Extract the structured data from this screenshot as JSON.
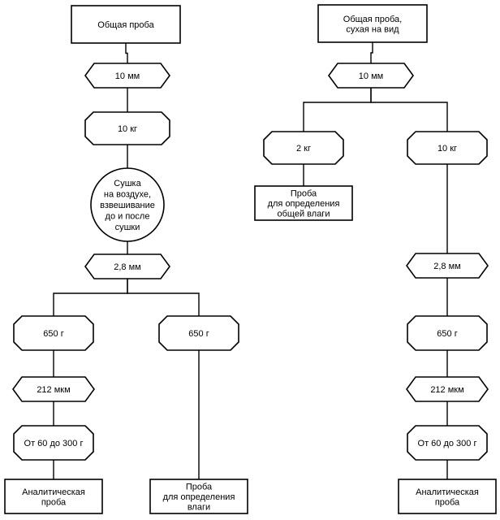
{
  "colors": {
    "stroke": "#000000",
    "fill": "#ffffff",
    "text": "#000000"
  },
  "nodes": {
    "l_general_sample": {
      "shape": "rect",
      "lines": [
        "Общая проба"
      ]
    },
    "l_crush_10mm": {
      "shape": "hexagon",
      "lines": [
        "10 мм"
      ]
    },
    "l_reduce_10kg": {
      "shape": "octagon",
      "lines": [
        "10 кг"
      ]
    },
    "l_air_dry": {
      "shape": "circle",
      "lines": [
        "Сушка",
        "на воздухе,",
        "взвешивание",
        "до и после",
        "сушки"
      ]
    },
    "l_crush_2_8mm": {
      "shape": "hexagon",
      "lines": [
        "2,8 мм"
      ]
    },
    "l_reduce_650g_a": {
      "shape": "octagon",
      "lines": [
        "650 г"
      ]
    },
    "l_reduce_650g_b": {
      "shape": "octagon",
      "lines": [
        "650 г"
      ]
    },
    "l_crush_212um": {
      "shape": "hexagon",
      "lines": [
        "212 мкм"
      ]
    },
    "l_reduce_60_300g": {
      "shape": "octagon",
      "lines": [
        "От 60 до 300 г"
      ]
    },
    "l_analytical_sample": {
      "shape": "rect",
      "lines": [
        "Аналитическая",
        "проба"
      ]
    },
    "l_moisture_sample": {
      "shape": "rect",
      "lines": [
        "Проба",
        "для определения",
        "влаги"
      ]
    },
    "r_general_sample_dry": {
      "shape": "rect",
      "lines": [
        "Общая проба,",
        "сухая на вид"
      ]
    },
    "r_crush_10mm": {
      "shape": "hexagon",
      "lines": [
        "10 мм"
      ]
    },
    "r_reduce_2kg": {
      "shape": "octagon",
      "lines": [
        "2 кг"
      ]
    },
    "r_reduce_10kg": {
      "shape": "octagon",
      "lines": [
        "10 кг"
      ]
    },
    "r_total_moisture_sample": {
      "shape": "rect",
      "lines": [
        "Проба",
        "для определения",
        "общей влаги"
      ]
    },
    "r_crush_2_8mm": {
      "shape": "hexagon",
      "lines": [
        "2,8 мм"
      ]
    },
    "r_reduce_650g": {
      "shape": "octagon",
      "lines": [
        "650 г"
      ]
    },
    "r_crush_212um": {
      "shape": "hexagon",
      "lines": [
        "212 мкм"
      ]
    },
    "r_reduce_60_300g": {
      "shape": "octagon",
      "lines": [
        "От 60 до 300 г"
      ]
    },
    "r_analytical_sample": {
      "shape": "rect",
      "lines": [
        "Аналитическая",
        "проба"
      ]
    }
  },
  "edges": [
    [
      "l_general_sample",
      "l_crush_10mm"
    ],
    [
      "l_crush_10mm",
      "l_reduce_10kg"
    ],
    [
      "l_reduce_10kg",
      "l_air_dry"
    ],
    [
      "l_air_dry",
      "l_crush_2_8mm"
    ],
    [
      "l_crush_2_8mm",
      "l_reduce_650g_a"
    ],
    [
      "l_crush_2_8mm",
      "l_reduce_650g_b"
    ],
    [
      "l_reduce_650g_a",
      "l_crush_212um"
    ],
    [
      "l_crush_212um",
      "l_reduce_60_300g"
    ],
    [
      "l_reduce_60_300g",
      "l_analytical_sample"
    ],
    [
      "l_reduce_650g_b",
      "l_moisture_sample"
    ],
    [
      "r_general_sample_dry",
      "r_crush_10mm"
    ],
    [
      "r_crush_10mm",
      "r_reduce_2kg"
    ],
    [
      "r_crush_10mm",
      "r_reduce_10kg"
    ],
    [
      "r_reduce_2kg",
      "r_total_moisture_sample"
    ],
    [
      "r_reduce_10kg",
      "r_crush_2_8mm"
    ],
    [
      "r_crush_2_8mm",
      "r_reduce_650g"
    ],
    [
      "r_reduce_650g",
      "r_crush_212um"
    ],
    [
      "r_crush_212um",
      "r_reduce_60_300g"
    ],
    [
      "r_reduce_60_300g",
      "r_analytical_sample"
    ]
  ]
}
